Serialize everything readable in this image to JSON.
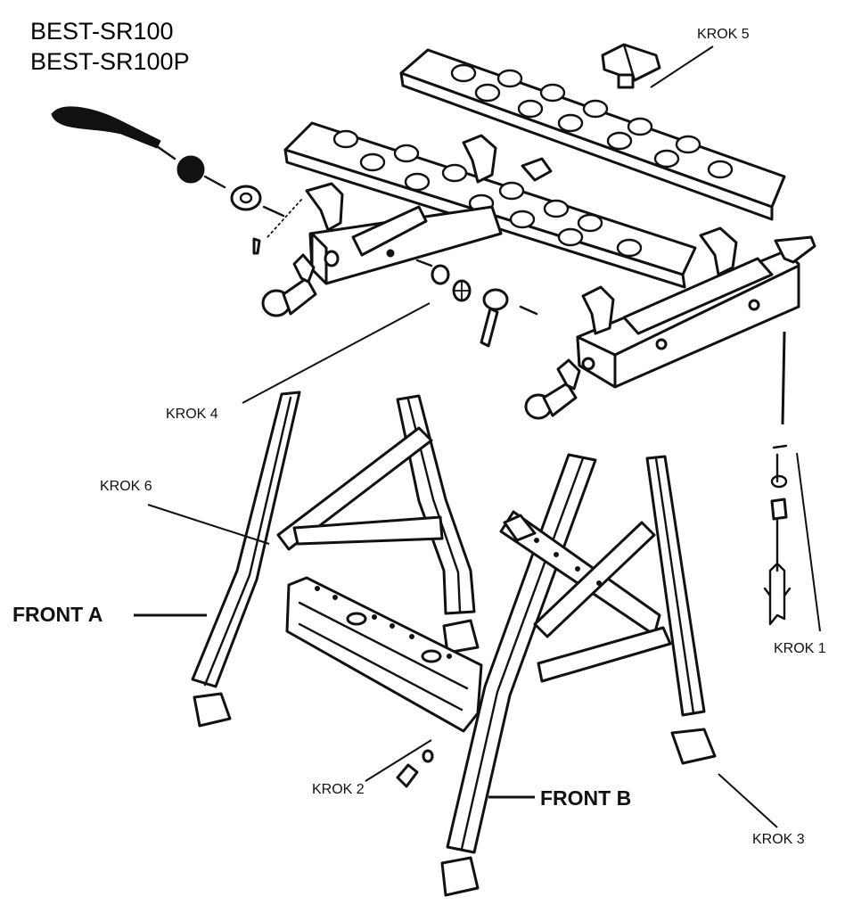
{
  "model_titles": [
    "BEST-SR100",
    "BEST-SR100P"
  ],
  "step_labels": {
    "krok1": "KROK 1",
    "krok2": "KROK 2",
    "krok3": "KROK 3",
    "krok4": "KROK 4",
    "krok5": "KROK 5",
    "krok6": "KROK 6"
  },
  "front_labels": {
    "front_a": "FRONT A",
    "front_b": "FRONT B"
  },
  "colors": {
    "ink": "#111111",
    "paper": "#ffffff"
  }
}
